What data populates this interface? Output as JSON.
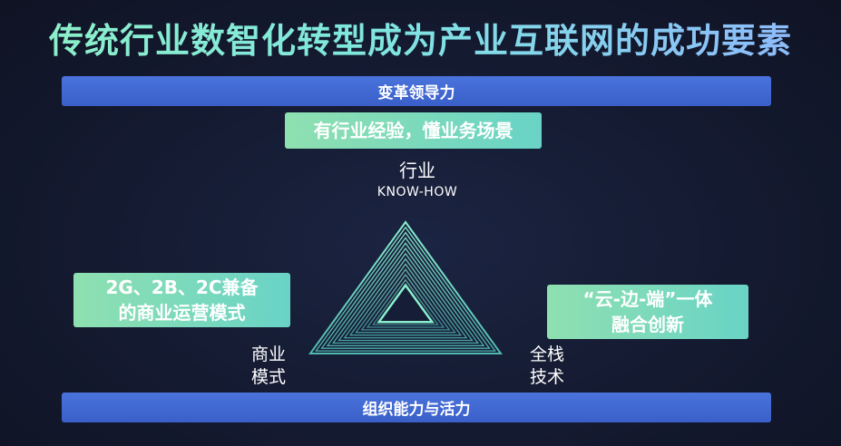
{
  "title": "传统行业数智化转型成为产业互联网的成功要素",
  "top_bar": "变革领导力",
  "bottom_bar": "组织能力与活力",
  "industry": {
    "box": "有行业经验，懂业务场景",
    "name": "行业",
    "sub": "KNOW-HOW"
  },
  "business": {
    "box_line1": "2G、2B、2C兼备",
    "box_line2": "的商业运营模式",
    "name_line1": "商业",
    "name_line2": "模式"
  },
  "tech": {
    "box_line1": "“云-边-端”一体",
    "box_line2": "融合创新",
    "name_line1": "全栈",
    "name_line2": "技术"
  },
  "colors": {
    "bar": "#3a5fc8",
    "box_start": "#8fe0b0",
    "box_end": "#69d3c6",
    "triangle": "#7fe0c4"
  }
}
